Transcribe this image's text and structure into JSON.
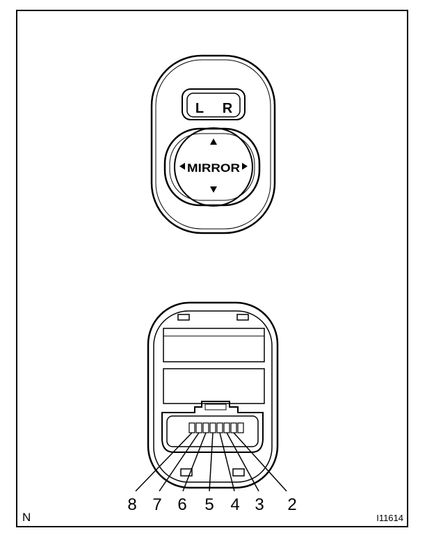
{
  "switch_front": {
    "selector_left": "L",
    "selector_right": "R",
    "pad_label": "MIRROR"
  },
  "connector": {
    "terminal_numbers": [
      "8",
      "7",
      "6",
      "5",
      "4",
      "3",
      "2"
    ]
  },
  "corner_label": "N",
  "figure_code": "I11614"
}
